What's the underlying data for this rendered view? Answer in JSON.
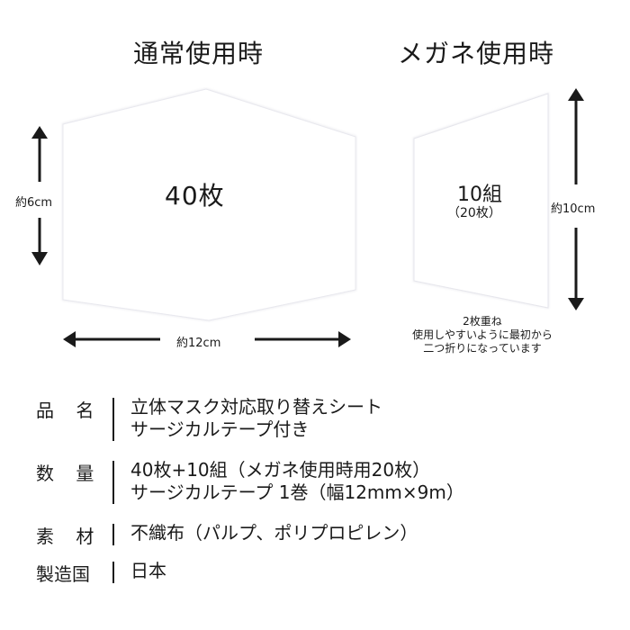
{
  "headings": {
    "normal_use": "通常使用時",
    "glasses_use": "メガネ使用時"
  },
  "left_pad": {
    "count_label": "40枚",
    "height_label": "約6cm",
    "width_label": "約12cm"
  },
  "right_pad": {
    "count_label": "10組",
    "count_sub_label": "（20枚）",
    "height_label": "約10cm",
    "note_lines": [
      "2枚重ね",
      "使用しやすいように最初から",
      "二つ折りになっています"
    ]
  },
  "specs": [
    {
      "key": "品 名",
      "values": [
        "立体マスク対応取り替えシート",
        "サージカルテープ付き"
      ]
    },
    {
      "key": "数 量",
      "values": [
        "40枚+10組（メガネ使用時用20枚）",
        "サージカルテープ 1巻（幅12mm×9m）"
      ]
    },
    {
      "key": "素 材",
      "values": [
        "不織布（パルプ、ポリプロピレン）"
      ]
    },
    {
      "key": "製造国",
      "values": [
        "日本"
      ]
    }
  ],
  "colors": {
    "text": "#1a1a1a",
    "pad_fill": "#ffffff",
    "pad_edge": "#e6e6ec"
  }
}
